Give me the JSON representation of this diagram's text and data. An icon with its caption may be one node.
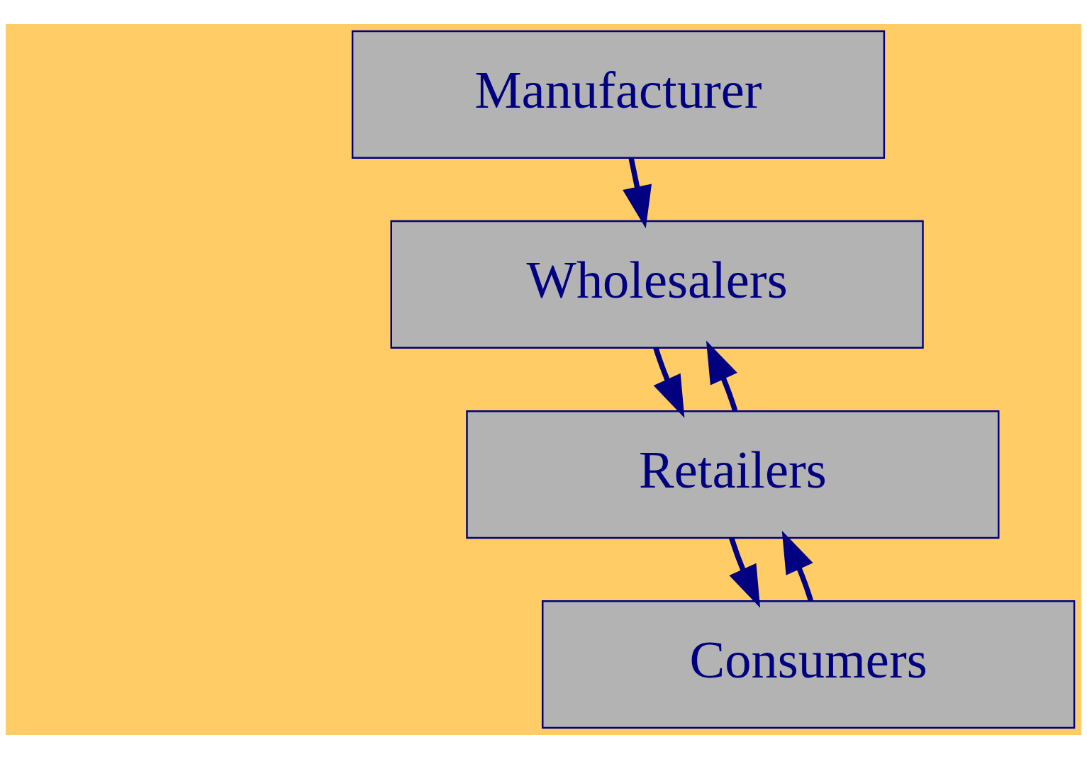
{
  "diagram": {
    "nodes": [
      {
        "text": [
          "Manufacturer"
        ]
      },
      {
        "text": [
          "Wholesalers"
        ]
      },
      {
        "text": [
          "Retailers"
        ]
      },
      {
        "text": [
          "Consumers"
        ]
      }
    ],
    "edges": [
      {
        "from": 0,
        "to": 1,
        "arrow": "to"
      },
      {
        "from": 1,
        "to": 2,
        "arrow": "to"
      },
      {
        "from": 2,
        "to": 3,
        "arrow": "to"
      },
      {
        "from": 2,
        "to": 1,
        "arrow": "to"
      },
      {
        "from": 3,
        "to": 2,
        "arrow": "to"
      }
    ]
  }
}
